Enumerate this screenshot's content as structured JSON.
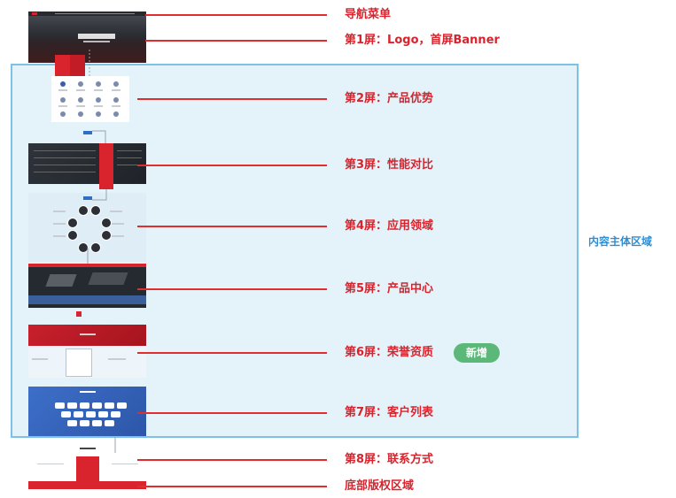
{
  "annotations": {
    "nav": "导航菜单",
    "screen1": "第1屏：Logo，首屏Banner",
    "screen2": "第2屏：产品优势",
    "screen3": "第3屏：性能对比",
    "screen4": "第4屏：应用领域",
    "screen5": "第5屏：产品中心",
    "screen6": "第6屏：荣誉资质",
    "screen7": "第7屏：客户列表",
    "screen8": "第8屏：联系方式",
    "footer": "底部版权区域"
  },
  "badge": "新增",
  "region_label": "内容主体区域",
  "colors": {
    "accent_red": "#d9232d",
    "leader_red": "#e02d2d",
    "region_blue": "#7ec1e6",
    "region_fill": "#e4f3fa",
    "badge_green": "#5bb878"
  }
}
